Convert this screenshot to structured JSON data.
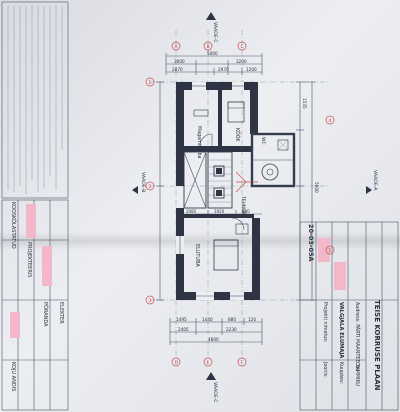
{
  "title_block": {
    "drawing_title": "TEISE KORRUSE PLAAN",
    "project_no": "20-03-05A",
    "project_label": "Projekti nimetus:",
    "project_name": "VALGJALA ELUMAJA",
    "address": "Aadress: PÄRTI MAANTEE TAMMIKU",
    "drawing_label": "Joonis:",
    "date_label": "Kuupäev:",
    "part_label": "Osa"
  },
  "side_strip": {
    "rows": [
      "KOOSKÕLASTATUD",
      "PROJEKTEERIS",
      "PÕRANDA",
      "ELEKTER",
      "KOJU ANDIS"
    ]
  },
  "views": {
    "a": "VAADE-A",
    "b": "VAADE-B",
    "c": "VAADE-C"
  },
  "rooms": {
    "bedroom": "Magamistuba",
    "kitchen": "KÖÖK",
    "living": "ELUTUBA",
    "wc": "WC",
    "tech": "TEHNOR."
  },
  "dimensions": {
    "top_total": "5000",
    "top_a": "3000",
    "top_b": "3200",
    "top_c": "2870",
    "top_d": "2970",
    "top_e": "1200",
    "right_a": "1535",
    "right_total": "5600",
    "mid_a": "2405",
    "mid_b": "2230",
    "mid_c": "2085",
    "mid_d": "1920",
    "bot_a": "1495",
    "bot_b": "1440",
    "bot_c": "880",
    "bot_d": "120",
    "bot_total": "4800"
  },
  "grid_letters": [
    "A",
    "B",
    "C",
    "D",
    "E",
    "F"
  ],
  "grid_numbers": [
    "1",
    "2",
    "3",
    "4",
    "5"
  ],
  "colors": {
    "paper": "#ecedf1",
    "ink": "#2e3444",
    "red_markup": "#c75151",
    "redaction": "#f2b7c9"
  }
}
